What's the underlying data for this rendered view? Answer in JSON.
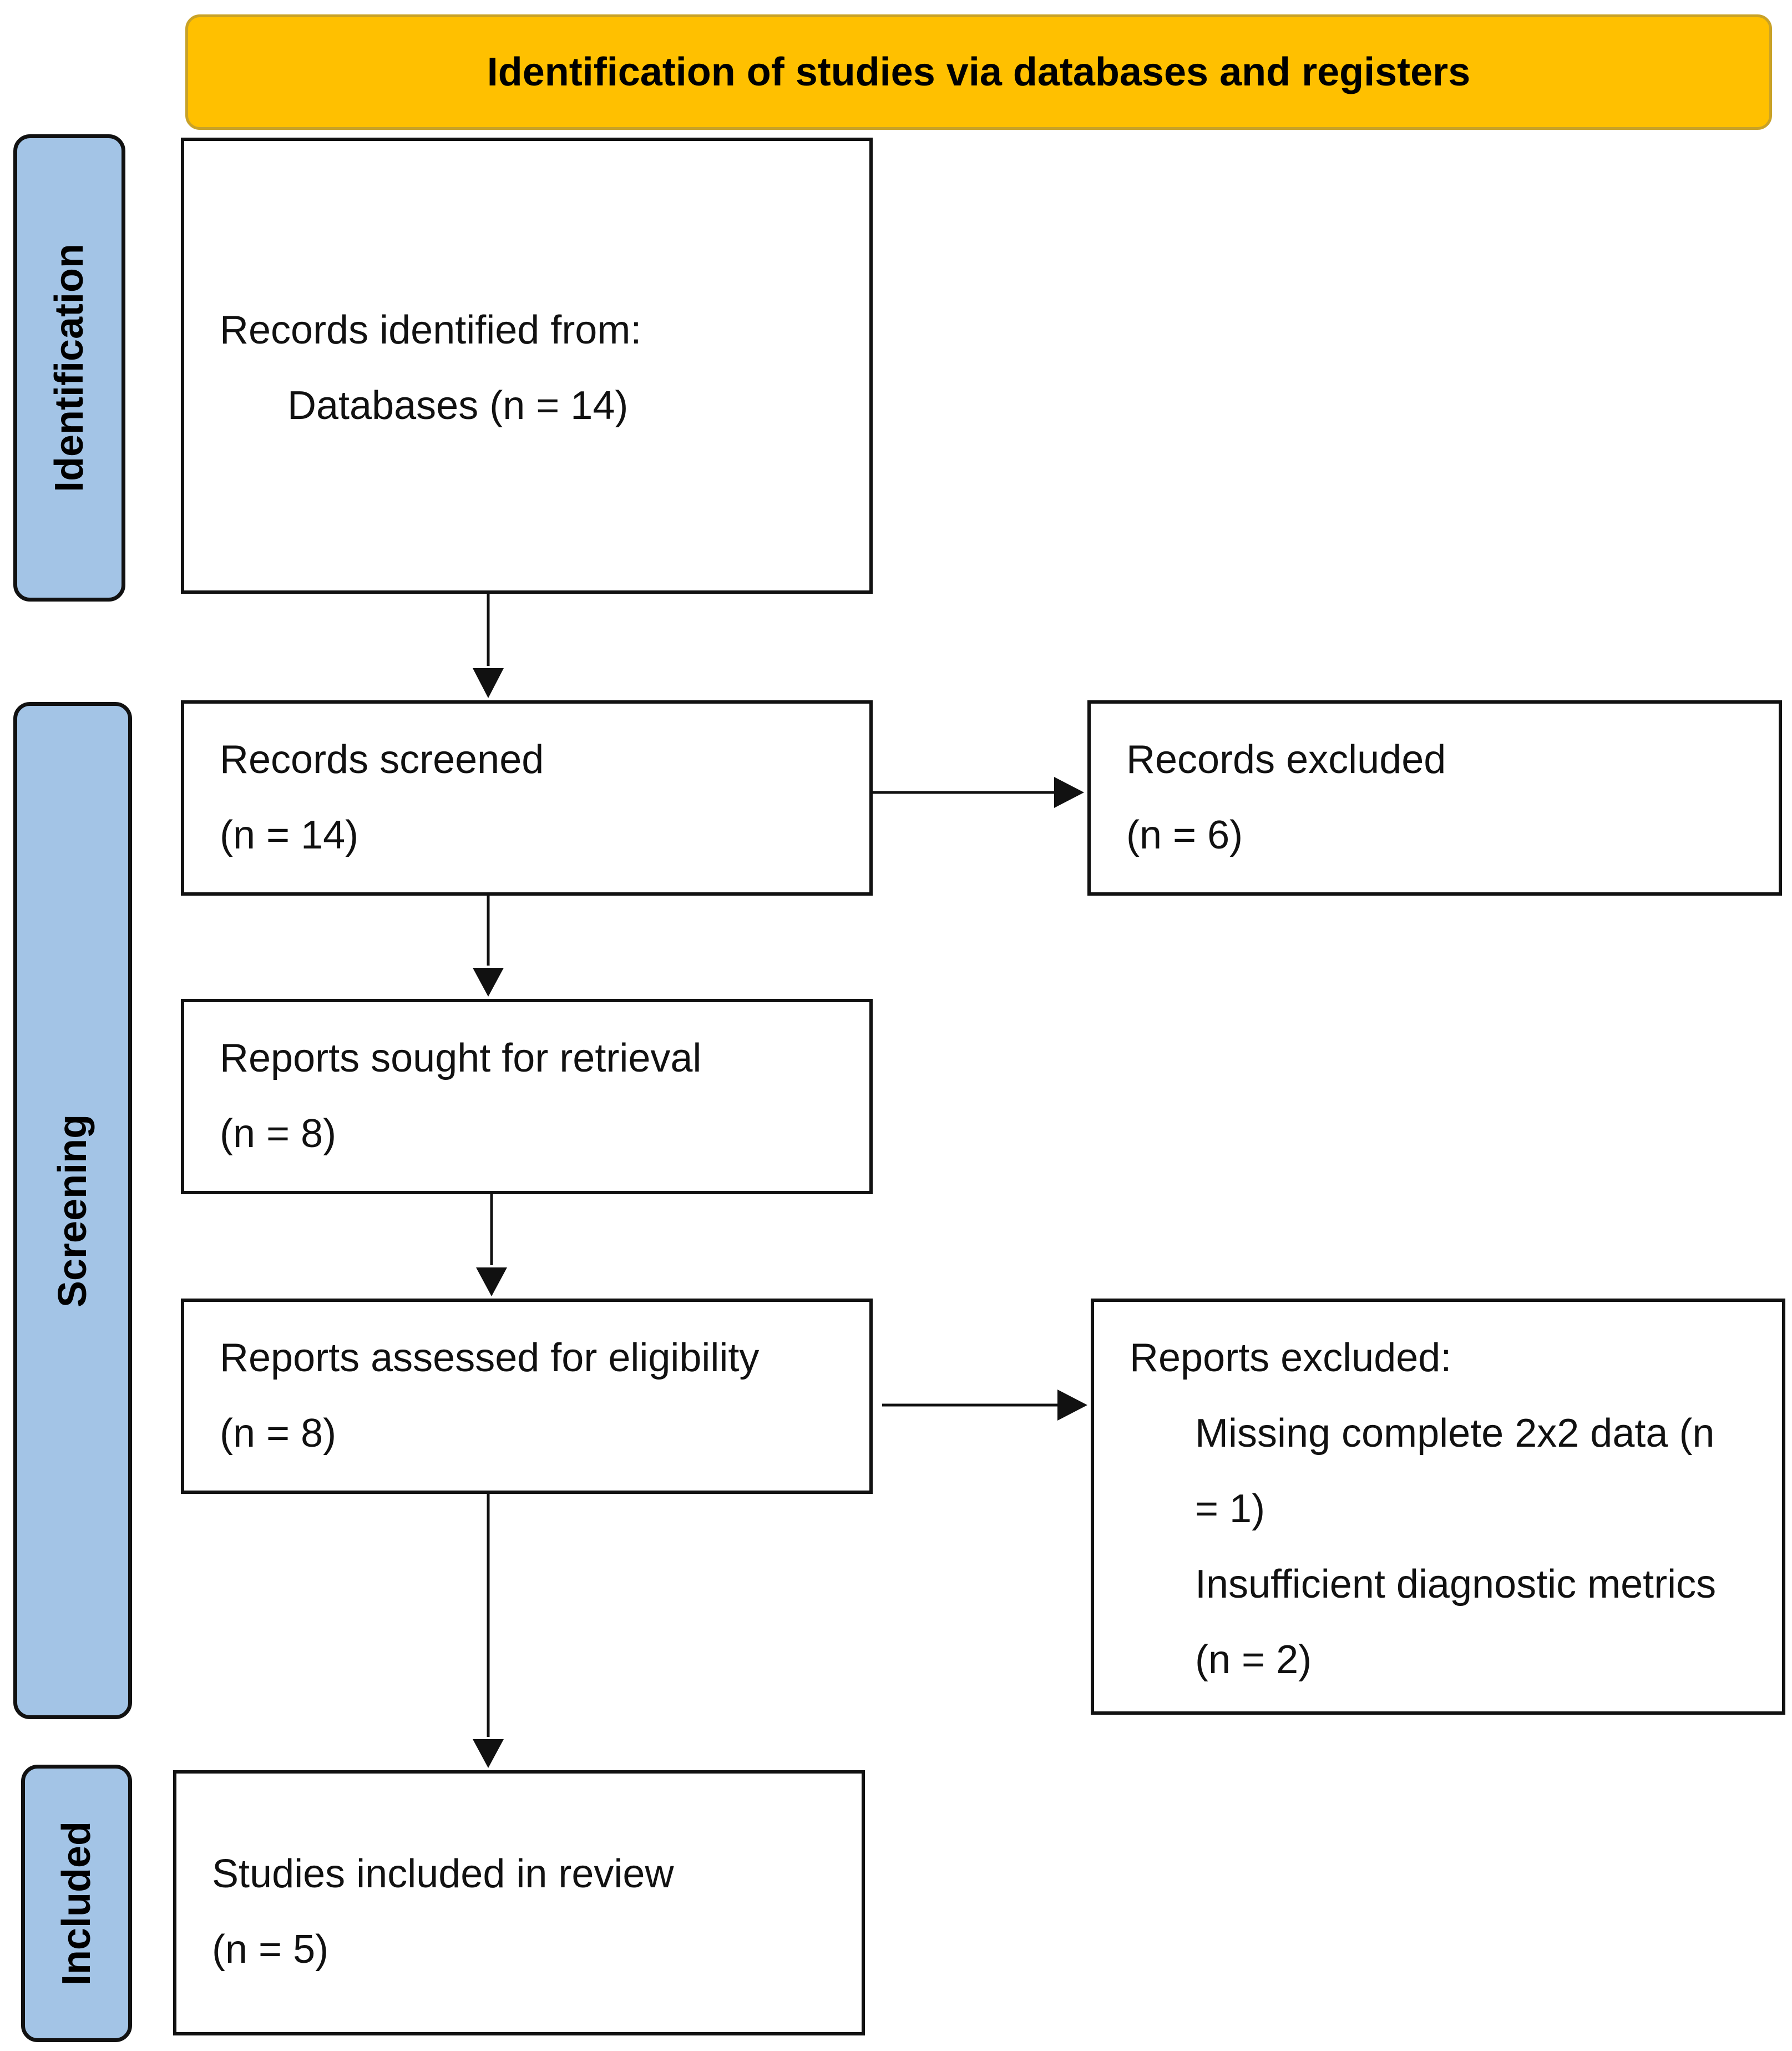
{
  "header": {
    "title": "Identification of studies via databases and registers"
  },
  "phases": {
    "identification": "Identification",
    "screening": "Screening",
    "included": "Included"
  },
  "boxes": {
    "records_identified": {
      "line1": "Records identified from:",
      "line2": "Databases (n = 14)"
    },
    "records_screened": {
      "line1": "Records screened",
      "line2": "(n = 14)"
    },
    "records_excluded": {
      "line1": "Records excluded",
      "line2": "(n = 6)"
    },
    "reports_sought": {
      "line1": "Reports sought for retrieval",
      "line2": "(n = 8)"
    },
    "reports_assessed": {
      "line1": "Reports assessed for eligibility",
      "line2": "(n = 8)"
    },
    "reports_excluded": {
      "line1": "Reports excluded:",
      "line2": "Missing complete 2x2 data (n",
      "line3": "= 1)",
      "line4": "Insufficient diagnostic metrics",
      "line5": "(n = 2)"
    },
    "studies_included": {
      "line1": "Studies included in review",
      "line2": "(n = 5)"
    }
  },
  "colors": {
    "header_fill": "#FFC000",
    "phase_fill": "#A3C4E6",
    "stroke": "#111111"
  }
}
